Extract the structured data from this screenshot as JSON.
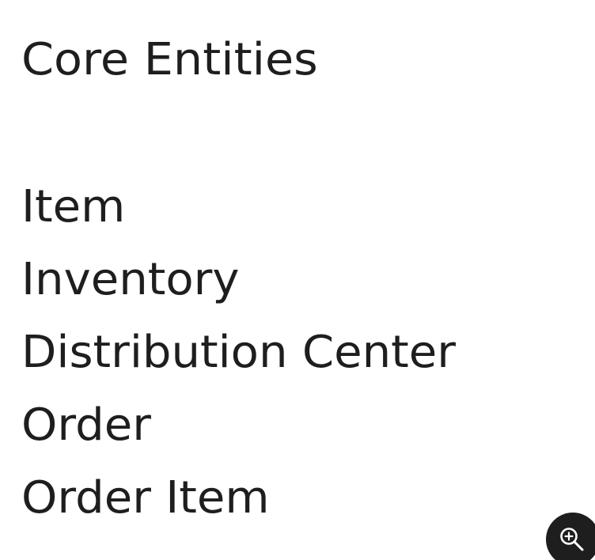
{
  "heading": "Core Entities",
  "entities": [
    "Item",
    "Inventory",
    "Distribution Center",
    "Order",
    "Order Item"
  ],
  "zoom_button": {
    "icon": "zoom-in-icon"
  },
  "colors": {
    "background": "#ffffff",
    "text": "#1e1e1e",
    "button_background": "#1e1e1e",
    "button_icon": "#ffffff"
  }
}
